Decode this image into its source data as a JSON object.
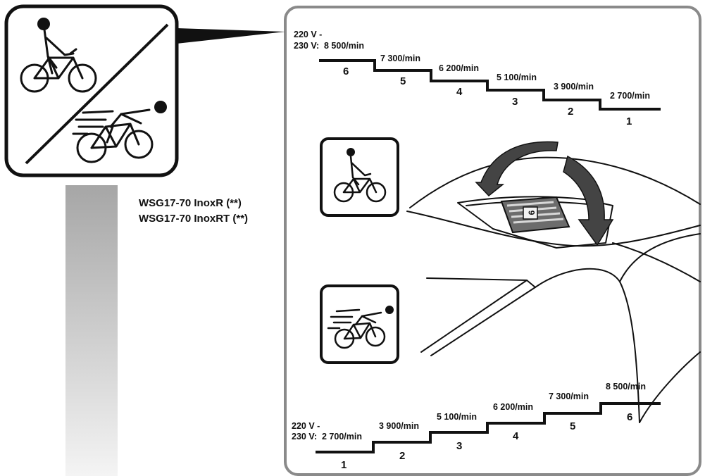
{
  "models": [
    "WSG17-70 InoxR (**)",
    "WSG17-70 InoxRT (**)"
  ],
  "top_staircase": {
    "voltage_line1": "220 V -",
    "voltage_line2": "230 V:",
    "steps": [
      {
        "step": "6",
        "speed": "8 500/min"
      },
      {
        "step": "5",
        "speed": "7 300/min"
      },
      {
        "step": "4",
        "speed": "6 200/min"
      },
      {
        "step": "3",
        "speed": "5 100/min"
      },
      {
        "step": "2",
        "speed": "3 900/min"
      },
      {
        "step": "1",
        "speed": "2 700/min"
      }
    ]
  },
  "bottom_staircase": {
    "voltage_line1": "220 V -",
    "voltage_line2": "230 V:",
    "steps": [
      {
        "step": "1",
        "speed": "2 700/min"
      },
      {
        "step": "2",
        "speed": "3 900/min"
      },
      {
        "step": "3",
        "speed": "5 100/min"
      },
      {
        "step": "4",
        "speed": "6 200/min"
      },
      {
        "step": "5",
        "speed": "7 300/min"
      },
      {
        "step": "6",
        "speed": "8 500/min"
      }
    ]
  },
  "dial_value": "6",
  "icons": {
    "large_panel": "slow-fast-cyclist-icon",
    "slow": "slow-cyclist-icon",
    "fast": "fast-cyclist-icon",
    "rotate_arrow": "curved-arrow-icon"
  },
  "colors": {
    "line": "#111111",
    "frame": "#8a8a8a",
    "gradient_top": "#a6a6a6",
    "gradient_bottom": "#f2f2f2"
  }
}
